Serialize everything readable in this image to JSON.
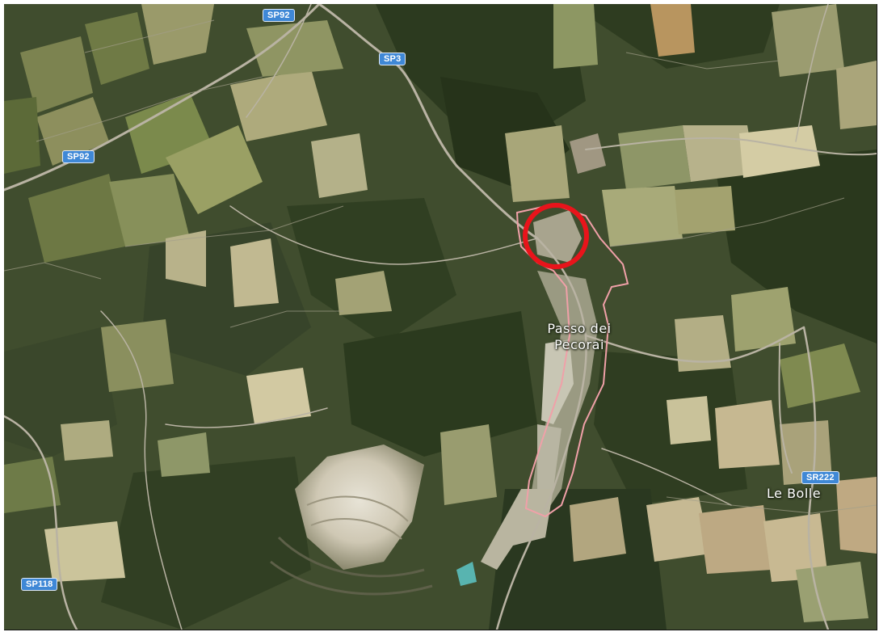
{
  "map": {
    "view": "satellite",
    "road_shields": [
      {
        "id": "sp92-top",
        "text": "SP92"
      },
      {
        "id": "sp3",
        "text": "SP3"
      },
      {
        "id": "sp92-left",
        "text": "SP92"
      },
      {
        "id": "sp118",
        "text": "SP118"
      },
      {
        "id": "sp222",
        "text": "SR222"
      }
    ],
    "places": {
      "passo_line1": "Passo dei",
      "passo_line2": "Pecorai",
      "le_bolle": "Le Bolle"
    },
    "highlight": {
      "marker_color": "#e8141b",
      "boundary_color": "#f0a0a8"
    }
  }
}
